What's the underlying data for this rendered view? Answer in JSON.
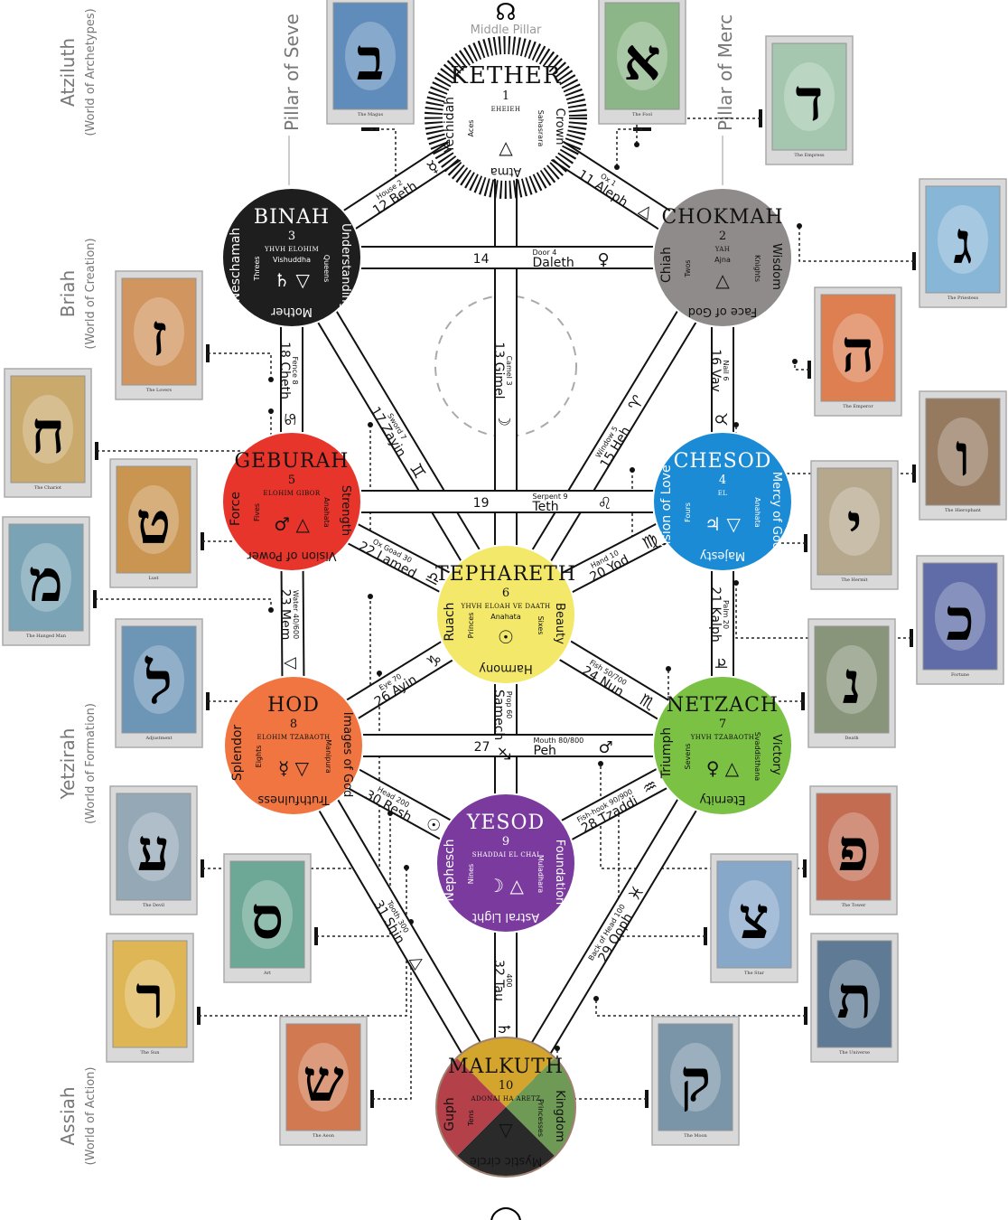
{
  "worlds": [
    {
      "name": "Atziluth",
      "sub": "(World of Archetypes)"
    },
    {
      "name": "Briah",
      "sub": "(World of Creation)"
    },
    {
      "name": "Yetzirah",
      "sub": "(World of Formation)"
    },
    {
      "name": "Assiah",
      "sub": "(World of Action)"
    }
  ],
  "pillars": {
    "severity": "Pillar of Seve",
    "mercy": "Pillar of Merc",
    "middle": "Middle Pillar"
  },
  "top_symbol": "☊",
  "bottom_symbol": "◯",
  "sephiroth": {
    "kether": {
      "name": "KETHER",
      "number": "1",
      "god": "EHEIEH",
      "left": "Yechidah",
      "right": "Crown",
      "bottom": "Atma",
      "inner": [
        "Aces",
        "Sahasrara"
      ],
      "symbol": "△",
      "fill": "#ffffff",
      "ink": "#111111"
    },
    "chokmah": {
      "name": "CHOKMAH",
      "number": "2",
      "god": "YAH",
      "left": "Chiah",
      "right": "Wisdom",
      "bottom": "Face of God",
      "inner": [
        "Twos",
        "Knights",
        "Ajna"
      ],
      "symbol": "△",
      "fill": "#8f8b8b",
      "ink": "#111111"
    },
    "binah": {
      "name": "BINAH",
      "number": "3",
      "god": "YHVH ELOHIM",
      "left": "Neschamah",
      "right": "Understanding",
      "bottom": "Mother",
      "inner": [
        "Threes",
        "Queens",
        "Vishuddha"
      ],
      "symbol": "♄ ▽",
      "fill": "#1e1e1e",
      "ink": "#ffffff"
    },
    "chesed": {
      "name": "CHESOD",
      "number": "4",
      "god": "EL",
      "left": "Vision of Love",
      "right": "Mercy of God",
      "bottom": "Majesty",
      "inner": [
        "Fours",
        "Anahata"
      ],
      "symbol": "♃ ▽",
      "fill": "#1b8bd6",
      "ink": "#ffffff"
    },
    "geburah": {
      "name": "GEBURAH",
      "number": "5",
      "god": "ELOHIM GIBOR",
      "left": "Force",
      "right": "Strength",
      "bottom": "Vision of Power",
      "inner": [
        "Fives",
        "Anahata"
      ],
      "symbol": "♂ △",
      "fill": "#e8352b",
      "ink": "#111111"
    },
    "tiphareth": {
      "name": "TEPHARETH",
      "number": "6",
      "god": "YHVH ELOAH VE DAATH",
      "left": "Ruach",
      "right": "Beauty",
      "bottom": "Harmony",
      "inner": [
        "Princes",
        "Sixes",
        "Anahata"
      ],
      "symbol": "☉",
      "fill": "#f3e86a",
      "ink": "#111111"
    },
    "netzach": {
      "name": "NETZACH",
      "number": "7",
      "god": "YHVH TZABAOTH",
      "left": "Triumph",
      "right": "Victory",
      "bottom": "Eternity",
      "inner": [
        "Sevens",
        "Svaddisthana"
      ],
      "symbol": "♀ △",
      "fill": "#7bc144",
      "ink": "#111111"
    },
    "hod": {
      "name": "HOD",
      "number": "8",
      "god": "ELOHIM TZABAOTH",
      "left": "Splendor",
      "right": "Images of God",
      "bottom": "Truthfulness",
      "inner": [
        "Eights",
        "Manipura"
      ],
      "symbol": "☿ ▽",
      "fill": "#f07541",
      "ink": "#111111"
    },
    "yesod": {
      "name": "YESOD",
      "number": "9",
      "god": "SHADDAI EL CHAI",
      "left": "Nephesch",
      "right": "Foundation",
      "bottom": "Astral Light",
      "inner": [
        "Nines",
        "Muladhara"
      ],
      "symbol": "☽ △",
      "fill": "#7a3a9e",
      "ink": "#ffffff"
    },
    "malkuth": {
      "name": "MALKUTH",
      "number": "10",
      "god": "ADONAI HA ARETZ",
      "left": "Guph",
      "right": "Kingdom",
      "bottom": "Mystic circle",
      "inner": [
        "Tens",
        "Princesses"
      ],
      "symbol": "▽",
      "quadrants": [
        "#d4a52c",
        "#6e9a55",
        "#2a2a2a",
        "#b4404a"
      ],
      "ink": "#111111"
    }
  },
  "paths": [
    {
      "num": "11",
      "name": "Aleph",
      "sub": "Ox 1",
      "sym": "△",
      "from": "kether",
      "to": "chokmah"
    },
    {
      "num": "12",
      "name": "Beth",
      "sub": "House 2",
      "sym": "☿",
      "from": "kether",
      "to": "binah"
    },
    {
      "num": "13",
      "name": "Gimel",
      "sub": "Camel 3",
      "sym": "☽",
      "from": "kether",
      "to": "tiphareth"
    },
    {
      "num": "14",
      "name": "Daleth",
      "sub": "Door 4",
      "sym": "♀",
      "from": "binah",
      "to": "chokmah"
    },
    {
      "num": "15",
      "name": "Heh",
      "sub": "Window 5",
      "sym": "♈",
      "from": "chokmah",
      "to": "tiphareth"
    },
    {
      "num": "16",
      "name": "Vav",
      "sub": "Nail 6",
      "sym": "♉",
      "from": "chokmah",
      "to": "chesed"
    },
    {
      "num": "17",
      "name": "Zayin",
      "sub": "Sword 7",
      "sym": "♊",
      "from": "binah",
      "to": "tiphareth"
    },
    {
      "num": "18",
      "name": "Cheth",
      "sub": "Fence 8",
      "sym": "♋",
      "from": "binah",
      "to": "geburah"
    },
    {
      "num": "19",
      "name": "Teth",
      "sub": "Serpent 9",
      "sym": "♌",
      "from": "geburah",
      "to": "chesed"
    },
    {
      "num": "20",
      "name": "Yod",
      "sub": "Hand 10",
      "sym": "♍",
      "from": "chesed",
      "to": "tiphareth"
    },
    {
      "num": "21",
      "name": "Kalph",
      "sub": "Palm 20",
      "sym": "♃",
      "from": "chesed",
      "to": "netzach"
    },
    {
      "num": "22",
      "name": "Lamed",
      "sub": "Ox Goad 30",
      "sym": "♎",
      "from": "geburah",
      "to": "tiphareth"
    },
    {
      "num": "23",
      "name": "Mem",
      "sub": "Water 40/600",
      "sym": "▽",
      "from": "geburah",
      "to": "hod"
    },
    {
      "num": "24",
      "name": "Nun",
      "sub": "Fish 50/700",
      "sym": "♏",
      "from": "tiphareth",
      "to": "netzach"
    },
    {
      "num": "25",
      "name": "Samech",
      "sub": "Prop 60",
      "sym": "♐",
      "from": "tiphareth",
      "to": "yesod"
    },
    {
      "num": "26",
      "name": "Ayin",
      "sub": "Eye 70",
      "sym": "♑",
      "from": "hod",
      "to": "tiphareth"
    },
    {
      "num": "27",
      "name": "Peh",
      "sub": "Mouth 80/800",
      "sym": "♂",
      "from": "hod",
      "to": "netzach"
    },
    {
      "num": "28",
      "name": "Tzaddi",
      "sub": "Fish-hook 90/900",
      "sym": "♒",
      "from": "yesod",
      "to": "netzach"
    },
    {
      "num": "29",
      "name": "Qoph",
      "sub": "Back of Head 100",
      "sym": "♓",
      "from": "malkuth",
      "to": "netzach"
    },
    {
      "num": "30",
      "name": "Resh",
      "sub": "Head 200",
      "sym": "☉",
      "from": "hod",
      "to": "yesod"
    },
    {
      "num": "31",
      "name": "Shin",
      "sub": "Tooth 300",
      "sym": "△",
      "from": "hod",
      "to": "malkuth"
    },
    {
      "num": "32",
      "name": "Tau",
      "sub": "400",
      "sym": "♄",
      "from": "yesod",
      "to": "malkuth"
    }
  ],
  "cards": [
    {
      "id": "beth",
      "letter": "ב",
      "title": "The Magus",
      "color": "#4a7fb5"
    },
    {
      "id": "aleph",
      "letter": "א",
      "title": "The Fool",
      "color": "#7fb07a"
    },
    {
      "id": "daleth",
      "letter": "ד",
      "title": "The Empress",
      "color": "#9cc4a8"
    },
    {
      "id": "gimel",
      "letter": "ג",
      "title": "The Priestess",
      "color": "#7ab0d6"
    },
    {
      "id": "zain",
      "letter": "ז",
      "title": "The Lovers",
      "color": "#d08a4a"
    },
    {
      "id": "he",
      "letter": "ה",
      "title": "The Emperor",
      "color": "#e0703a"
    },
    {
      "id": "cheth",
      "letter": "ח",
      "title": "The Chariot",
      "color": "#c7a15a"
    },
    {
      "id": "vav",
      "letter": "ו",
      "title": "The Hierophant",
      "color": "#8a6a4a"
    },
    {
      "id": "teth",
      "letter": "ט",
      "title": "Lust",
      "color": "#c88a3a"
    },
    {
      "id": "yod",
      "letter": "י",
      "title": "The Hermit",
      "color": "#b0a080"
    },
    {
      "id": "mem",
      "letter": "מ",
      "title": "The Hanged Man",
      "color": "#6a9ab0"
    },
    {
      "id": "kaph",
      "letter": "כ",
      "title": "Fortune",
      "color": "#4a5aa0"
    },
    {
      "id": "lamed",
      "letter": "ל",
      "title": "Adjustment",
      "color": "#5a8ab0"
    },
    {
      "id": "nun",
      "letter": "נ",
      "title": "Death",
      "color": "#7a8a6a"
    },
    {
      "id": "ayin",
      "letter": "ע",
      "title": "The Devil",
      "color": "#8aa0b0"
    },
    {
      "id": "pe",
      "letter": "פ",
      "title": "The Tower",
      "color": "#c05a3a"
    },
    {
      "id": "samech",
      "letter": "ס",
      "title": "Art",
      "color": "#5aa08a"
    },
    {
      "id": "tzaddi",
      "letter": "צ",
      "title": "The Star",
      "color": "#7aa0c8"
    },
    {
      "id": "resh",
      "letter": "ר",
      "title": "The Sun",
      "color": "#e0b040"
    },
    {
      "id": "tau",
      "letter": "ת",
      "title": "The Universe",
      "color": "#4a6a8a"
    },
    {
      "id": "shin",
      "letter": "ש",
      "title": "The Aeon",
      "color": "#d06a3a"
    },
    {
      "id": "qoph",
      "letter": "ק",
      "title": "The Moon",
      "color": "#6a8aa0"
    }
  ]
}
